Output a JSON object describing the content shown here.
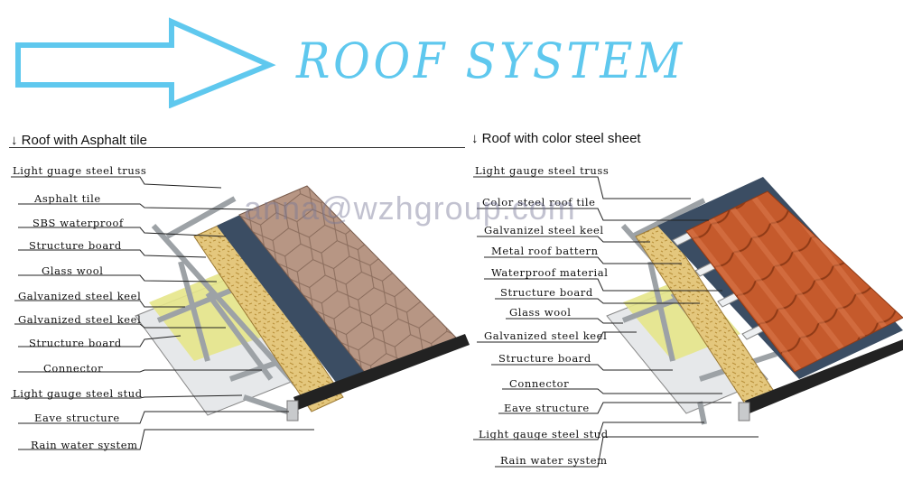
{
  "title": "ROOF SYSTEM",
  "watermark": "anna@wzhgroup.com",
  "colors": {
    "title_blue": "#5fc8ee",
    "asphalt_tile": "#b79684",
    "steel_tile": "#c55a2c",
    "membrane": "#3b4d63",
    "osb_board": "#e4c77d",
    "glass_wool": "#e5e58a",
    "steel_frame": "#c8cacc"
  },
  "left_panel": {
    "heading": "↓ Roof with Asphalt tile",
    "labels": [
      "Light guage steel truss",
      "Asphalt tile",
      "SBS waterproof",
      "Structure board",
      "Glass wool",
      "Galvanized steel keel",
      "Galvanized steel keel",
      "Structure board",
      "Connector",
      "Light gauge steel stud",
      "Eave structure",
      "Rain water system"
    ]
  },
  "right_panel": {
    "heading": "↓ Roof with color steel sheet",
    "labels": [
      "Light gauge steel truss",
      "Color steel roof tile",
      "Galvanizel steel keel",
      "Metal roof battern",
      "Waterproof material",
      "Structure board",
      "Glass wool",
      "Galvanized steel keel",
      "Structure board",
      "Connector",
      "Eave structure",
      "Light gauge steel stud",
      "Rain water system"
    ]
  }
}
